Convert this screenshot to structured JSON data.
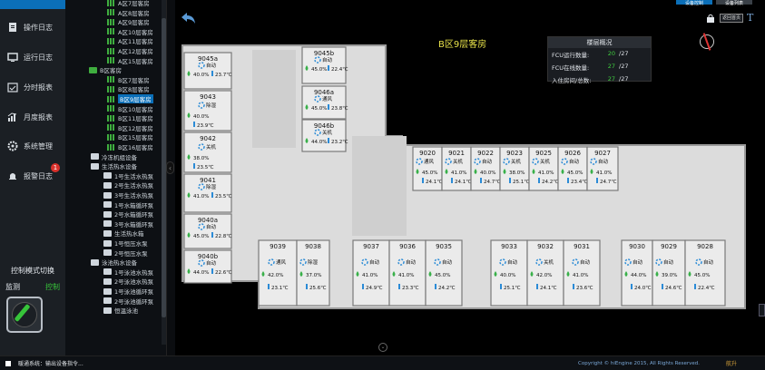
{
  "nav": {
    "items": [
      {
        "label": "操作日志",
        "icon": "document-icon"
      },
      {
        "label": "运行日志",
        "icon": "monitor-icon"
      },
      {
        "label": "分时报表",
        "icon": "calendar-icon"
      },
      {
        "label": "月度报表",
        "icon": "chart-icon"
      },
      {
        "label": "系统管理",
        "icon": "gear-icon"
      },
      {
        "label": "报警日志",
        "icon": "bell-icon"
      }
    ],
    "alarm_count": "1",
    "mode_title": "控制模式切换",
    "mode_monitor": "监测",
    "mode_control": "控制"
  },
  "tree": {
    "items": [
      {
        "label": "A区7层客房",
        "type": "grid"
      },
      {
        "label": "A区8层客房",
        "type": "grid"
      },
      {
        "label": "A区9层客房",
        "type": "grid"
      },
      {
        "label": "A区10层客房",
        "type": "grid"
      },
      {
        "label": "A区11层客房",
        "type": "grid"
      },
      {
        "label": "A区12层客房",
        "type": "grid"
      },
      {
        "label": "A区15层客房",
        "type": "grid"
      },
      {
        "label": "B区客房",
        "type": "folder"
      },
      {
        "label": "B区7层客房",
        "type": "grid"
      },
      {
        "label": "B区8层客房",
        "type": "grid"
      },
      {
        "label": "B区9层客房",
        "type": "grid",
        "selected": true
      },
      {
        "label": "B区10层客房",
        "type": "grid"
      },
      {
        "label": "B区11层客房",
        "type": "grid"
      },
      {
        "label": "B区12层客房",
        "type": "grid"
      },
      {
        "label": "B区15层客房",
        "type": "grid"
      },
      {
        "label": "B区16层客房",
        "type": "grid"
      },
      {
        "label": "冷冻机组设备",
        "type": "dev"
      },
      {
        "label": "生活热水设备",
        "type": "dev"
      },
      {
        "label": "1号生活水热泵",
        "type": "dev"
      },
      {
        "label": "2号生活水热泵",
        "type": "dev"
      },
      {
        "label": "3号生活水热泵",
        "type": "dev"
      },
      {
        "label": "1号水箱循环泵",
        "type": "dev"
      },
      {
        "label": "2号水箱循环泵",
        "type": "dev"
      },
      {
        "label": "3号水箱循环泵",
        "type": "dev"
      },
      {
        "label": "生活热水箱",
        "type": "dev"
      },
      {
        "label": "1号恒压水泵",
        "type": "dev"
      },
      {
        "label": "2号恒压水泵",
        "type": "dev"
      },
      {
        "label": "泳池热水设备",
        "type": "dev"
      },
      {
        "label": "1号泳池水热泵",
        "type": "dev"
      },
      {
        "label": "2号泳池水热泵",
        "type": "dev"
      },
      {
        "label": "1号泳池循环泵",
        "type": "dev"
      },
      {
        "label": "2号泳池循环泵",
        "type": "dev"
      },
      {
        "label": "恒温泳池",
        "type": "dev"
      }
    ]
  },
  "main": {
    "top_buttons": [
      "设备控制",
      "设备列表"
    ],
    "floor_title": "B区9层客房",
    "plan_button": "返回首页",
    "stats": {
      "title": "楼层概况",
      "rows": [
        {
          "label": "FCU运行数量:",
          "value": "20",
          "total": "/27"
        },
        {
          "label": "FCU在线数量:",
          "value": "27",
          "total": "/27"
        },
        {
          "label": "入住房间/总数:",
          "value": "27",
          "total": "/27"
        }
      ]
    }
  },
  "rooms": [
    {
      "no": "9045a",
      "mode": "自动",
      "hum": "40.0%",
      "temp": "23.7℃"
    },
    {
      "no": "9045b",
      "mode": "自动",
      "hum": "45.0%",
      "temp": "22.4℃"
    },
    {
      "no": "9043",
      "mode": "除湿",
      "hum": "40.0%",
      "temp": "23.9℃"
    },
    {
      "no": "9046a",
      "mode": "通风",
      "hum": "45.0%",
      "temp": "23.8℃"
    },
    {
      "no": "9046b",
      "mode": "关机",
      "hum": "44.0%",
      "temp": "23.2℃"
    },
    {
      "no": "9042",
      "mode": "关机",
      "hum": "38.0%",
      "temp": "23.5℃"
    },
    {
      "no": "9041",
      "mode": "除湿",
      "hum": "41.0%",
      "temp": "23.5℃"
    },
    {
      "no": "9040a",
      "mode": "自动",
      "hum": "45.0%",
      "temp": "22.8℃"
    },
    {
      "no": "9040b",
      "mode": "自动",
      "hum": "44.0%",
      "temp": "22.6℃"
    },
    {
      "no": "9020",
      "mode": "通风",
      "hum": "45.0%",
      "temp": "24.1℃"
    },
    {
      "no": "9021",
      "mode": "关机",
      "hum": "41.0%",
      "temp": "24.1℃"
    },
    {
      "no": "9022",
      "mode": "自动",
      "hum": "40.0%",
      "temp": "24.7℃"
    },
    {
      "no": "9023",
      "mode": "关机",
      "hum": "38.0%",
      "temp": "25.1℃"
    },
    {
      "no": "9025",
      "mode": "关机",
      "hum": "41.0%",
      "temp": "24.2℃"
    },
    {
      "no": "9026",
      "mode": "自动",
      "hum": "45.0%",
      "temp": "23.4℃"
    },
    {
      "no": "9027",
      "mode": "自动",
      "hum": "41.0%",
      "temp": "24.7℃"
    },
    {
      "no": "9039",
      "mode": "通风",
      "hum": "42.0%",
      "temp": "23.1℃"
    },
    {
      "no": "9038",
      "mode": "除湿",
      "hum": "37.0%",
      "temp": "25.6℃"
    },
    {
      "no": "9037",
      "mode": "自动",
      "hum": "41.0%",
      "temp": "24.9℃"
    },
    {
      "no": "9036",
      "mode": "自动",
      "hum": "41.0%",
      "temp": "23.3℃"
    },
    {
      "no": "9035",
      "mode": "自动",
      "hum": "45.0%",
      "temp": "24.2℃"
    },
    {
      "no": "9033",
      "mode": "自动",
      "hum": "40.0%",
      "temp": "25.1℃"
    },
    {
      "no": "9032",
      "mode": "关机",
      "hum": "42.0%",
      "temp": "24.1℃"
    },
    {
      "no": "9031",
      "mode": "自动",
      "hum": "41.0%",
      "temp": "23.6℃"
    },
    {
      "no": "9030",
      "mode": "自动",
      "hum": "44.0%",
      "temp": "24.0℃"
    },
    {
      "no": "9029",
      "mode": "自动",
      "hum": "39.0%",
      "temp": "24.6℃"
    },
    {
      "no": "9028",
      "mode": "自动",
      "hum": "45.0%",
      "temp": "22.4℃"
    }
  ],
  "status": {
    "message": "暖通系统：输出设备指令...",
    "copyright": "Copyright © hiEngine 2015, All Rights Reserved.",
    "logo": "航升"
  }
}
